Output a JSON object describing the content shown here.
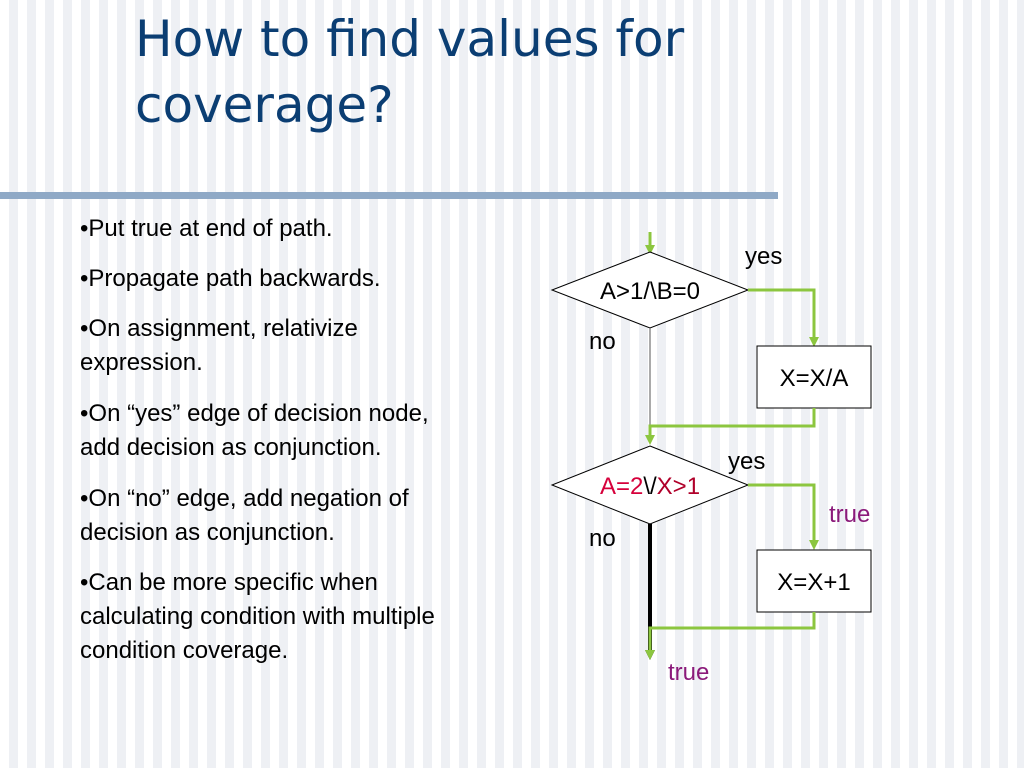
{
  "slide": {
    "title_line1": "How to find values for",
    "title_line2": "coverage?"
  },
  "bullets": [
    {
      "mark": "•",
      "text": "Put true at end of path."
    },
    {
      "mark": "•",
      "text": "Propagate path backwards."
    },
    {
      "mark": "•",
      "text": "On assignment, relativize expression."
    },
    {
      "mark": "•",
      "text": "On “yes” edge of decision node, add decision as conjunction."
    },
    {
      "mark": "•",
      "text": "On “no” edge, add negation of decision as conjunction."
    },
    {
      "mark": "•",
      "text": "Can be more specific when calculating condition with multiple condition coverage."
    }
  ],
  "flowchart": {
    "decision1": {
      "label": "A>1/\\B=0"
    },
    "decision1_yes": "yes",
    "decision1_no": "no",
    "box1": {
      "label": "X=X/A"
    },
    "decision2": {
      "part1": "A=2",
      "part2": "\\/",
      "part3": "X>1"
    },
    "decision2_yes": "yes",
    "decision2_no": "no",
    "true_label_yes_edge": "true",
    "box2": {
      "label": "X=X+1"
    },
    "true_label_end": "true"
  },
  "colors": {
    "title": "#0b3e73",
    "rule": "#8fa9c6",
    "edge_green": "#8cc63f",
    "true_label": "#8b1a7a",
    "highlight_red": "#d6003b",
    "highlight_darkred": "#b0002a"
  }
}
